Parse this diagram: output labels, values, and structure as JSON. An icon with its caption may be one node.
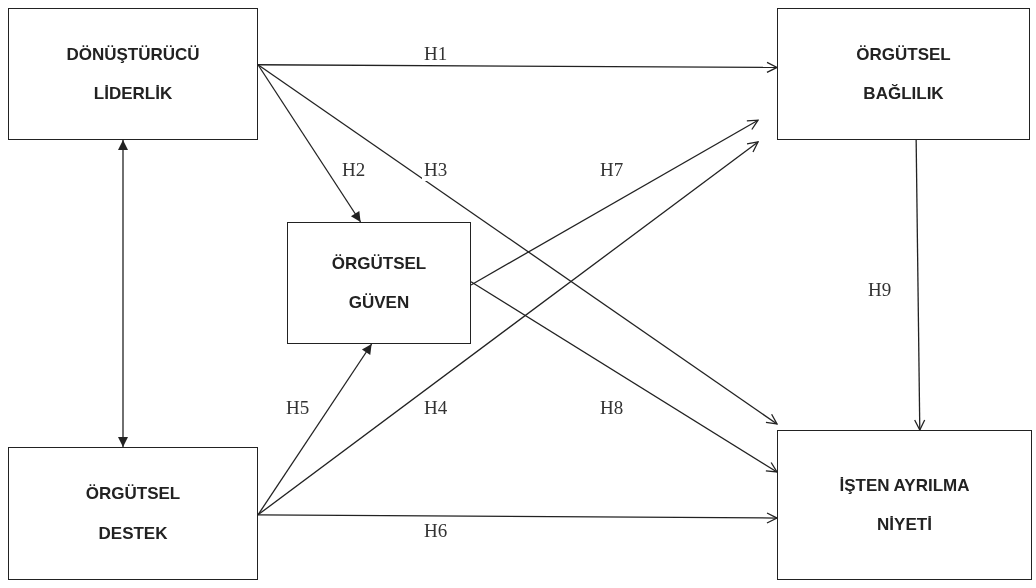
{
  "diagram": {
    "nodes": [
      {
        "text": [
          "DÖNÜŞTÜRÜCÜ LİDERLİK"
        ]
      },
      {
        "text": [
          "ÖRGÜTSEL BAĞLILIK"
        ]
      },
      {
        "text": [
          "ÖRGÜTSEL GÜVEN"
        ]
      },
      {
        "text": [
          "ÖRGÜTSEL DESTEK"
        ]
      },
      {
        "text": [
          "İŞTEN AYRILMA NİYETİ"
        ]
      }
    ],
    "edges": [
      {
        "from": 0,
        "to": 1,
        "arrow": "to",
        "label": "H1"
      },
      {
        "from": 0,
        "to": 2,
        "arrow": "to",
        "label": "H2"
      },
      {
        "from": 0,
        "to": 4,
        "arrow": "to",
        "label": "H3"
      },
      {
        "from": 0,
        "to": 3,
        "arrow": "both"
      },
      {
        "from": 3,
        "to": 1,
        "arrow": "to",
        "label": "H4"
      },
      {
        "from": 3,
        "to": 2,
        "arrow": "to",
        "label": "H5"
      },
      {
        "from": 3,
        "to": 4,
        "arrow": "to",
        "label": "H6"
      },
      {
        "from": 2,
        "to": 1,
        "arrow": "to",
        "label": "H7"
      },
      {
        "from": 2,
        "to": 4,
        "arrow": "to",
        "label": "H8"
      },
      {
        "from": 1,
        "to": 4,
        "arrow": "to",
        "label": "H9"
      }
    ]
  }
}
